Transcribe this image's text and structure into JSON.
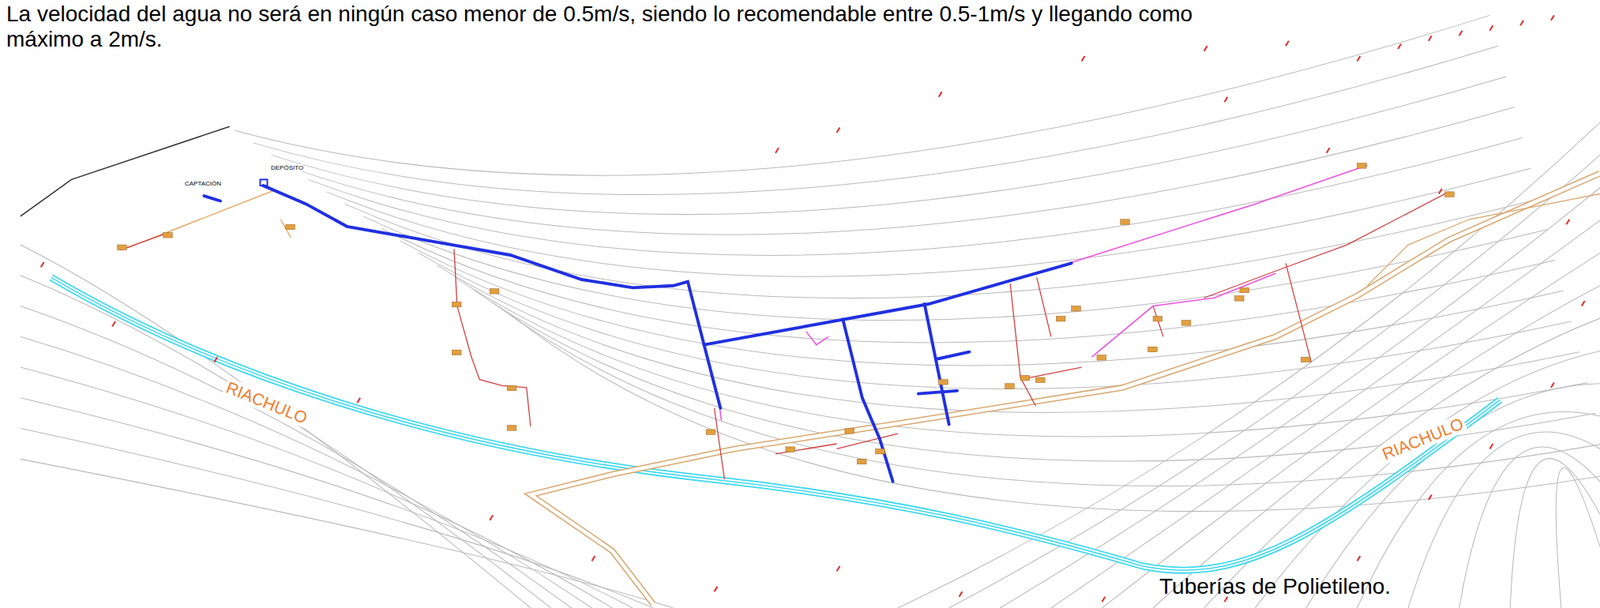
{
  "diagram": {
    "labels": [
      "La velocidad del agua no será en ningún caso menor de 0.5m/s, siendo lo recomendable entre 0.5-1m/s y llegando como máximo a 2m/s.",
      "CAPTACIÓN",
      "DEPÓSITO",
      "RIACHULO",
      "RIACHULO",
      "Tuberías de Polietileno."
    ]
  }
}
